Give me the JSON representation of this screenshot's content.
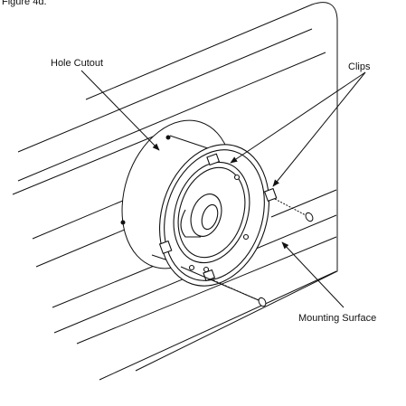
{
  "figure": {
    "title": "Figure 4d.",
    "labels": {
      "hole_cutout": "Hole Cutout",
      "clips": "Clips",
      "mounting_surface": "Mounting Surface"
    },
    "colors": {
      "ink": "#111111",
      "background": "#ffffff"
    }
  }
}
